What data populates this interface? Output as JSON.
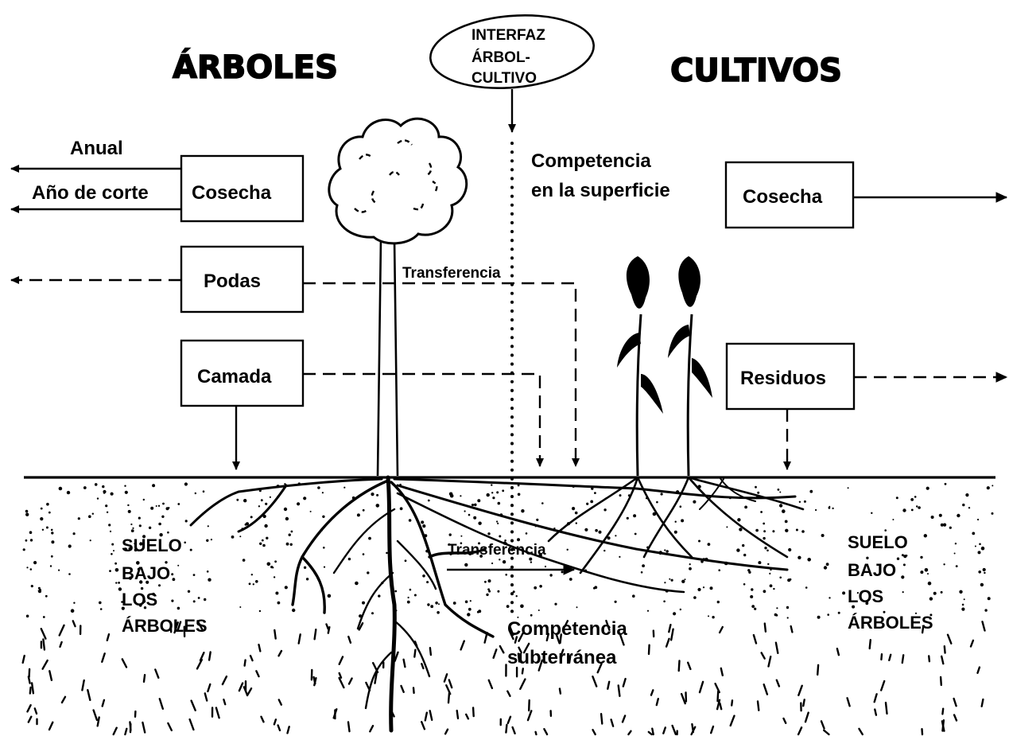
{
  "headings": {
    "trees": "ÁRBOLES",
    "crops": "CULTIVOS"
  },
  "interface": {
    "line1": "INTERFAZ",
    "line2": "ÁRBOL-",
    "line3": "CULTIVO"
  },
  "tree_side": {
    "annual": "Anual",
    "cutting_year": "Año de corte",
    "harvest": "Cosecha",
    "prunings": "Podas",
    "litter": "Camada"
  },
  "crop_side": {
    "harvest": "Cosecha",
    "residues": "Residuos"
  },
  "surface_competition": {
    "line1": "Competencia",
    "line2": "en la superficie"
  },
  "transfer_above": "Transferencia",
  "transfer_below": "Transferencia",
  "underground_competition": {
    "line1": "Competencia",
    "line2": "subterránea"
  },
  "soil_left": [
    "SUELO",
    "BAJO",
    "LOS",
    "ÁRBOLES"
  ],
  "soil_right": [
    "SUELO",
    "BAJO",
    "LOS",
    "ÁRBOLES"
  ],
  "icons": [
    "tree-icon",
    "maize-plant-icon",
    "root-system-icon"
  ]
}
